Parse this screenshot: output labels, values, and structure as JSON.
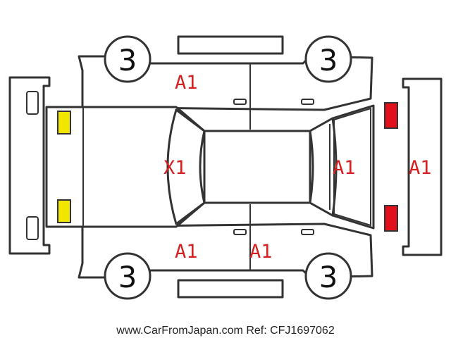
{
  "wheels": {
    "front_left": "3",
    "rear_left": "3",
    "front_right": "3",
    "rear_right": "3"
  },
  "damage_codes": {
    "left_front_door": "A1",
    "hood": "X1",
    "right_front_door": "A1",
    "right_rear_door": "A1",
    "rear_window": "A1",
    "rear_bumper": "A1"
  },
  "lamp_colors": {
    "front": "#f2e600",
    "rear": "#e0101c"
  },
  "footer": {
    "source_text": "www.CarFromJapan.com Ref: CFJ1697062"
  }
}
